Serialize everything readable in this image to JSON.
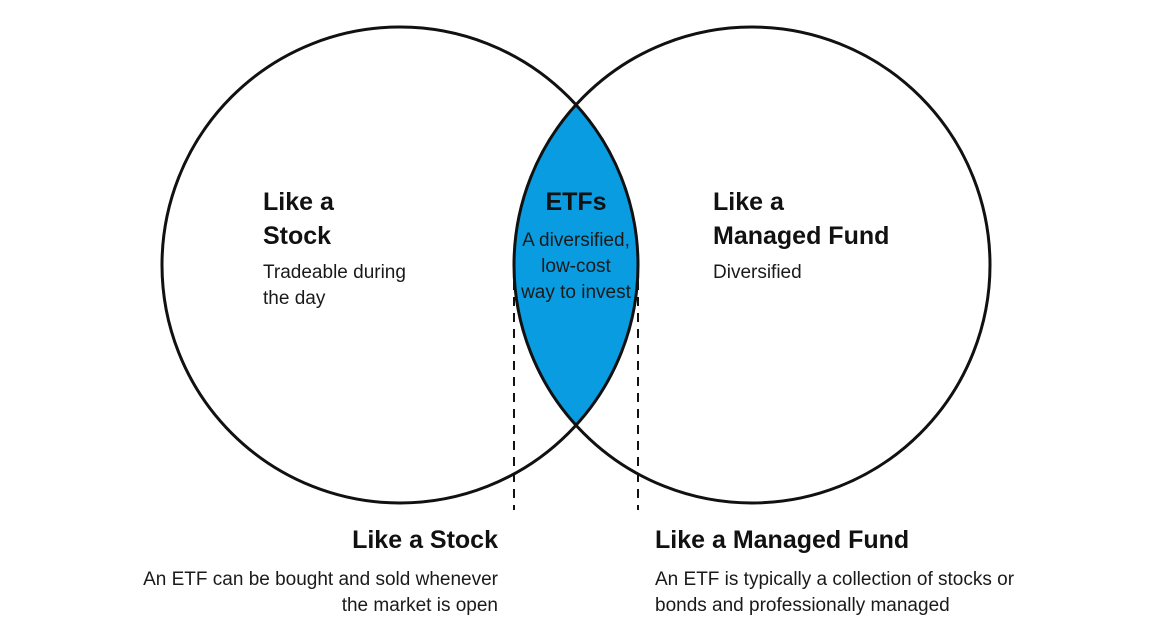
{
  "colors": {
    "intersection_fill": "#0a9ce0",
    "circle_stroke": "#111111",
    "dashed_line": "#111111",
    "background": "#ffffff"
  },
  "left_circle": {
    "title_lines": [
      "Like a",
      "Stock"
    ],
    "description_lines": [
      "Tradeable during",
      "the day"
    ]
  },
  "right_circle": {
    "title_lines": [
      "Like a",
      "Managed Fund"
    ],
    "description_lines": [
      "Diversified"
    ]
  },
  "intersection": {
    "title": "ETFs",
    "description_lines": [
      "A diversified,",
      "low-cost",
      "way to invest"
    ]
  },
  "bottom_left": {
    "title": "Like a Stock",
    "description_lines": [
      "An ETF can be bought and sold whenever",
      "the market is open"
    ]
  },
  "bottom_right": {
    "title": "Like a Managed Fund",
    "description_lines": [
      "An ETF is typically a collection of stocks or",
      "bonds and professionally managed"
    ]
  }
}
